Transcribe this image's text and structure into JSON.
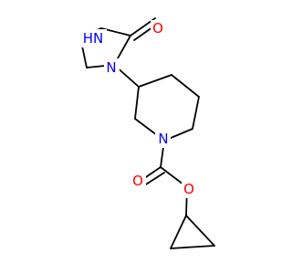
{
  "molecule": {
    "colors": {
      "bond": "#000000",
      "nitrogen": "#0000ff",
      "oxygen": "#ff0000",
      "background": "#ffffff"
    },
    "labels": {
      "imidazolidinone_nh": "HN",
      "imidazolidinone_carbonyl_o": "O",
      "imidazolidinone_n": "N",
      "piperidine_n": "N",
      "carbamate_carbonyl_o": "O",
      "ester_o": "O"
    }
  }
}
